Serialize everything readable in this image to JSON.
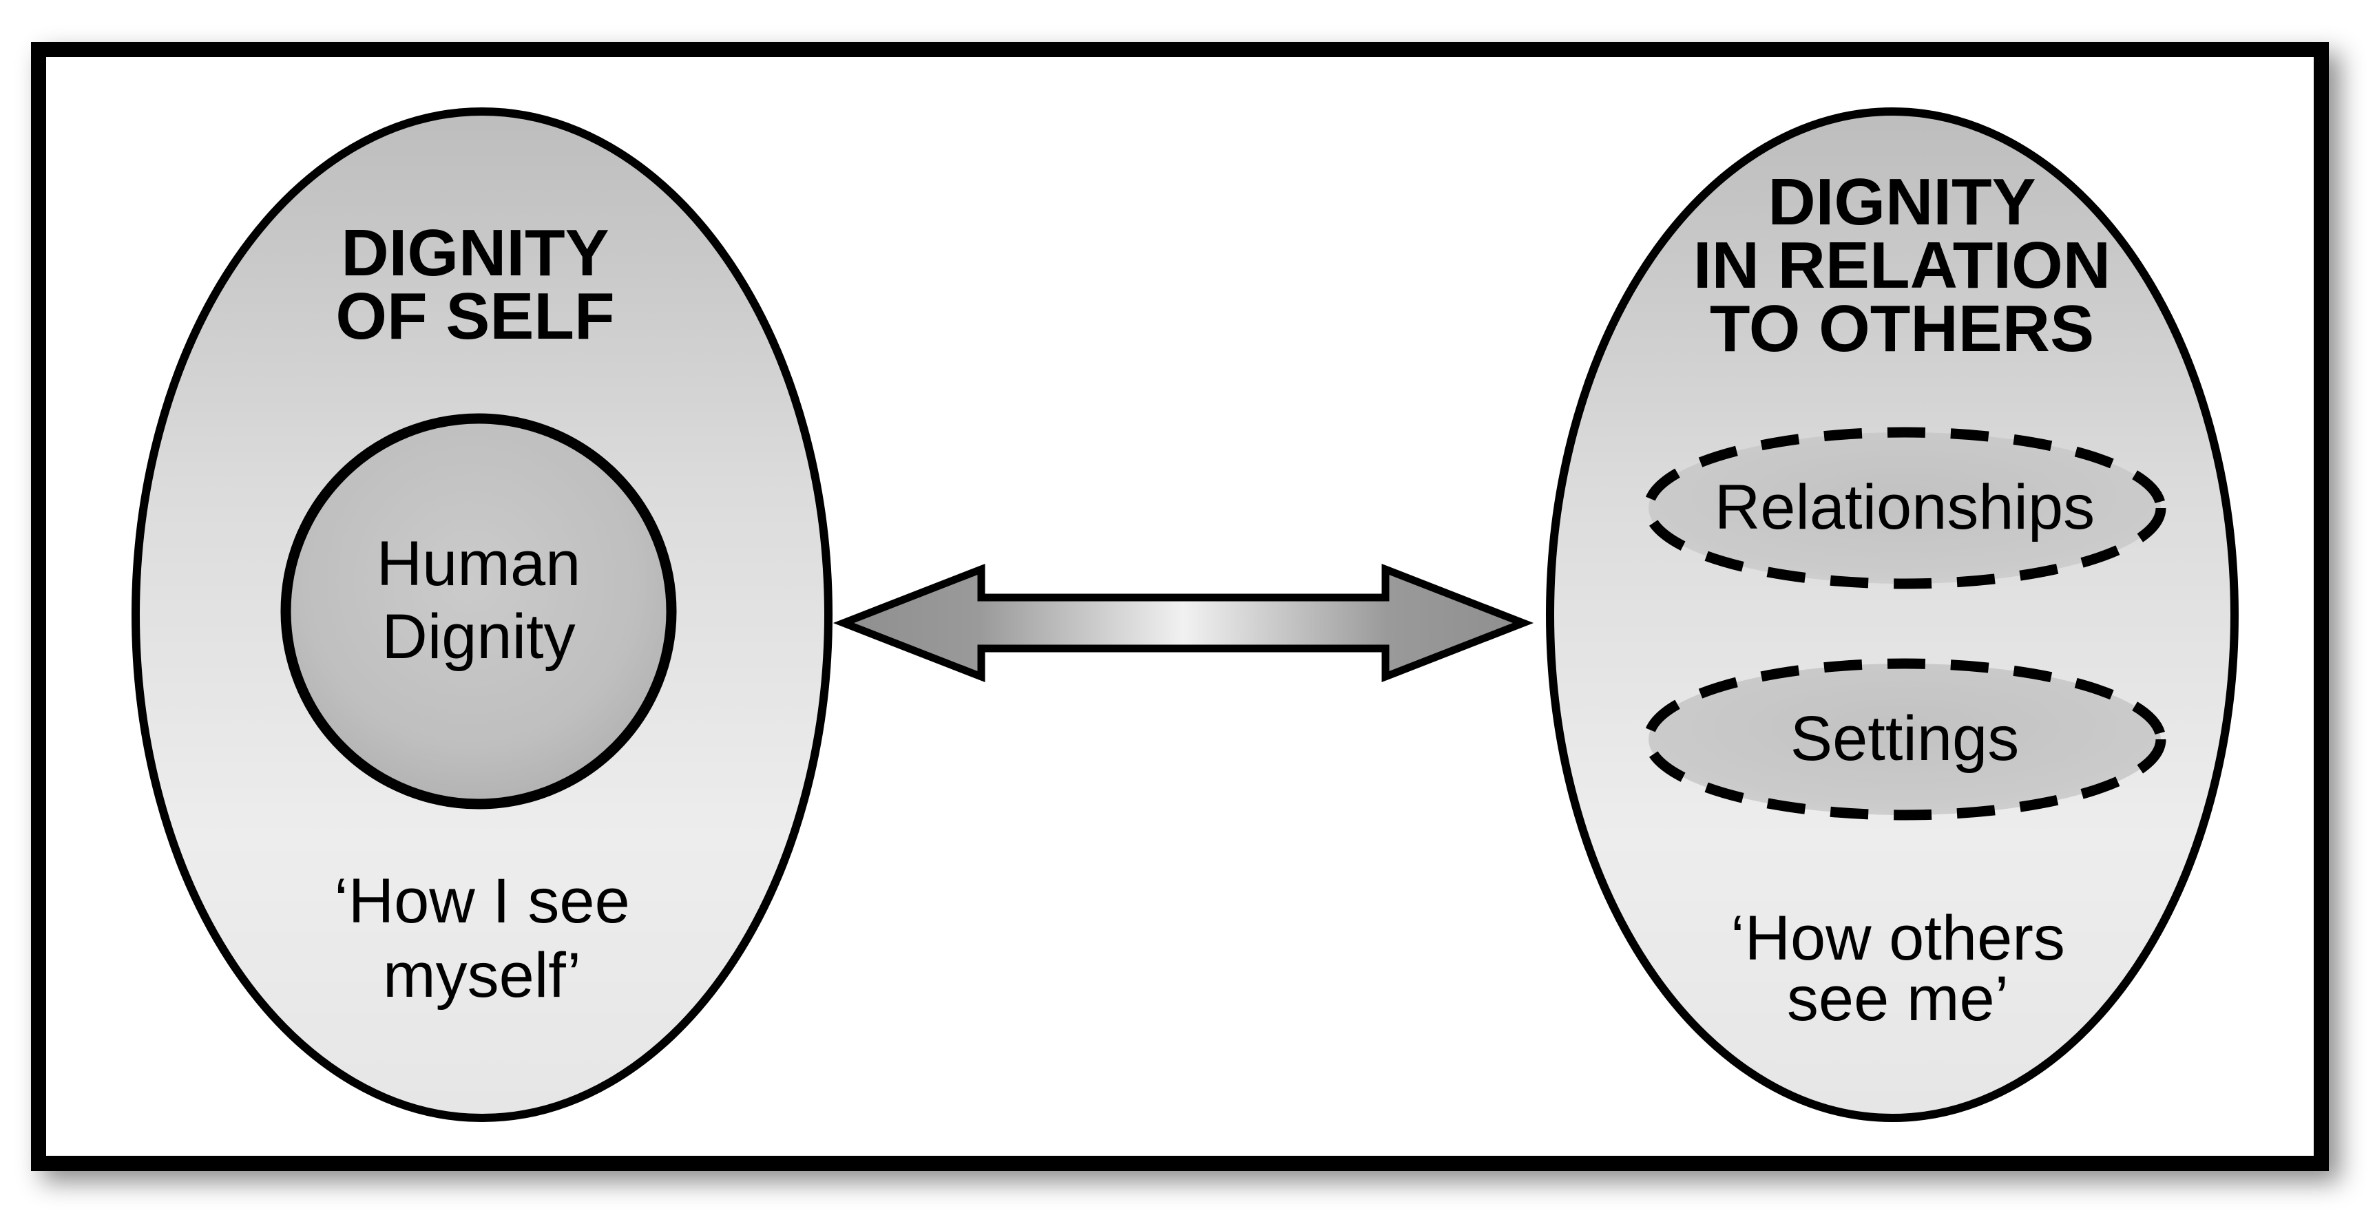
{
  "diagram": {
    "left_group": {
      "title_lines": [
        "DIGNITY",
        "OF SELF"
      ],
      "core_label_lines": [
        "Human",
        "Dignity"
      ],
      "caption_lines": [
        "‘How I see",
        "myself’"
      ]
    },
    "right_group": {
      "title_lines": [
        "DIGNITY",
        "IN RELATION",
        "TO OTHERS"
      ],
      "sub_labels": [
        "Relationships",
        "Settings"
      ],
      "caption_lines": [
        "‘How others",
        "see me’"
      ]
    },
    "colors": {
      "frame_border": "#000000",
      "page_background": "#ffffff",
      "ellipse_gradient_top": "#bdbdbd",
      "ellipse_gradient_bottom": "#ededed",
      "core_circle_center": "#cbcbcb",
      "core_circle_edge": "#a7a7a7",
      "sub_ellipse_center": "#c2c2c2",
      "sub_ellipse_edge": "#d8d8d8",
      "arrow_end": "#8f8f8f",
      "arrow_middle": "#f1f1f1",
      "outline": "#000000",
      "text": "#000000"
    }
  }
}
